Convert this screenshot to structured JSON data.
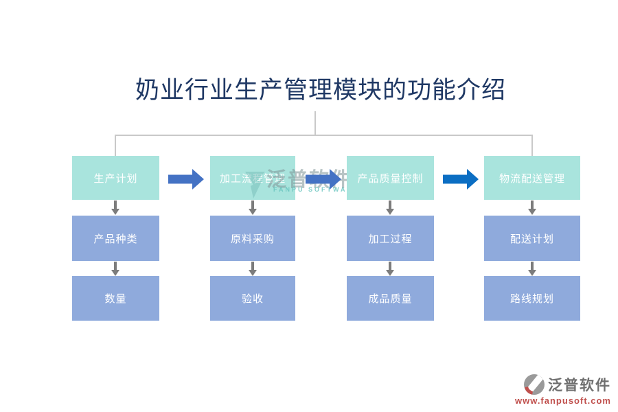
{
  "title": "奶业行业生产管理模块的功能介绍",
  "columns": [
    {
      "header": "生产计划",
      "items": [
        "产品种类",
        "数量"
      ]
    },
    {
      "header": "加工流程管理",
      "items": [
        "原料采购",
        "验收"
      ]
    },
    {
      "header": "产品质量控制",
      "items": [
        "加工过程",
        "成品质量"
      ]
    },
    {
      "header": "物流配送管理",
      "items": [
        "配送计划",
        "路线规划"
      ]
    }
  ],
  "watermark": {
    "text": "泛普软件",
    "subtext": "FANPU SOFTWARE"
  },
  "footer": {
    "brand": "泛普软件",
    "url": "www.fanpusoft.com"
  },
  "colors": {
    "title_text": "#1F3864",
    "header_box": "#A9E4DD",
    "item_box": "#8FAADC",
    "box_text": "#FFFFFF",
    "flow_arrow": "#4472C4",
    "flow_arrow_bright": "#0B6EC3",
    "down_arrow": "#7C7C7C",
    "connector_line": "#C9C9C9",
    "watermark_text": "#7D9496",
    "watermark_teal": "#62C2BB",
    "footer_brand": "#6F6F6F",
    "footer_url": "#C0504D"
  }
}
